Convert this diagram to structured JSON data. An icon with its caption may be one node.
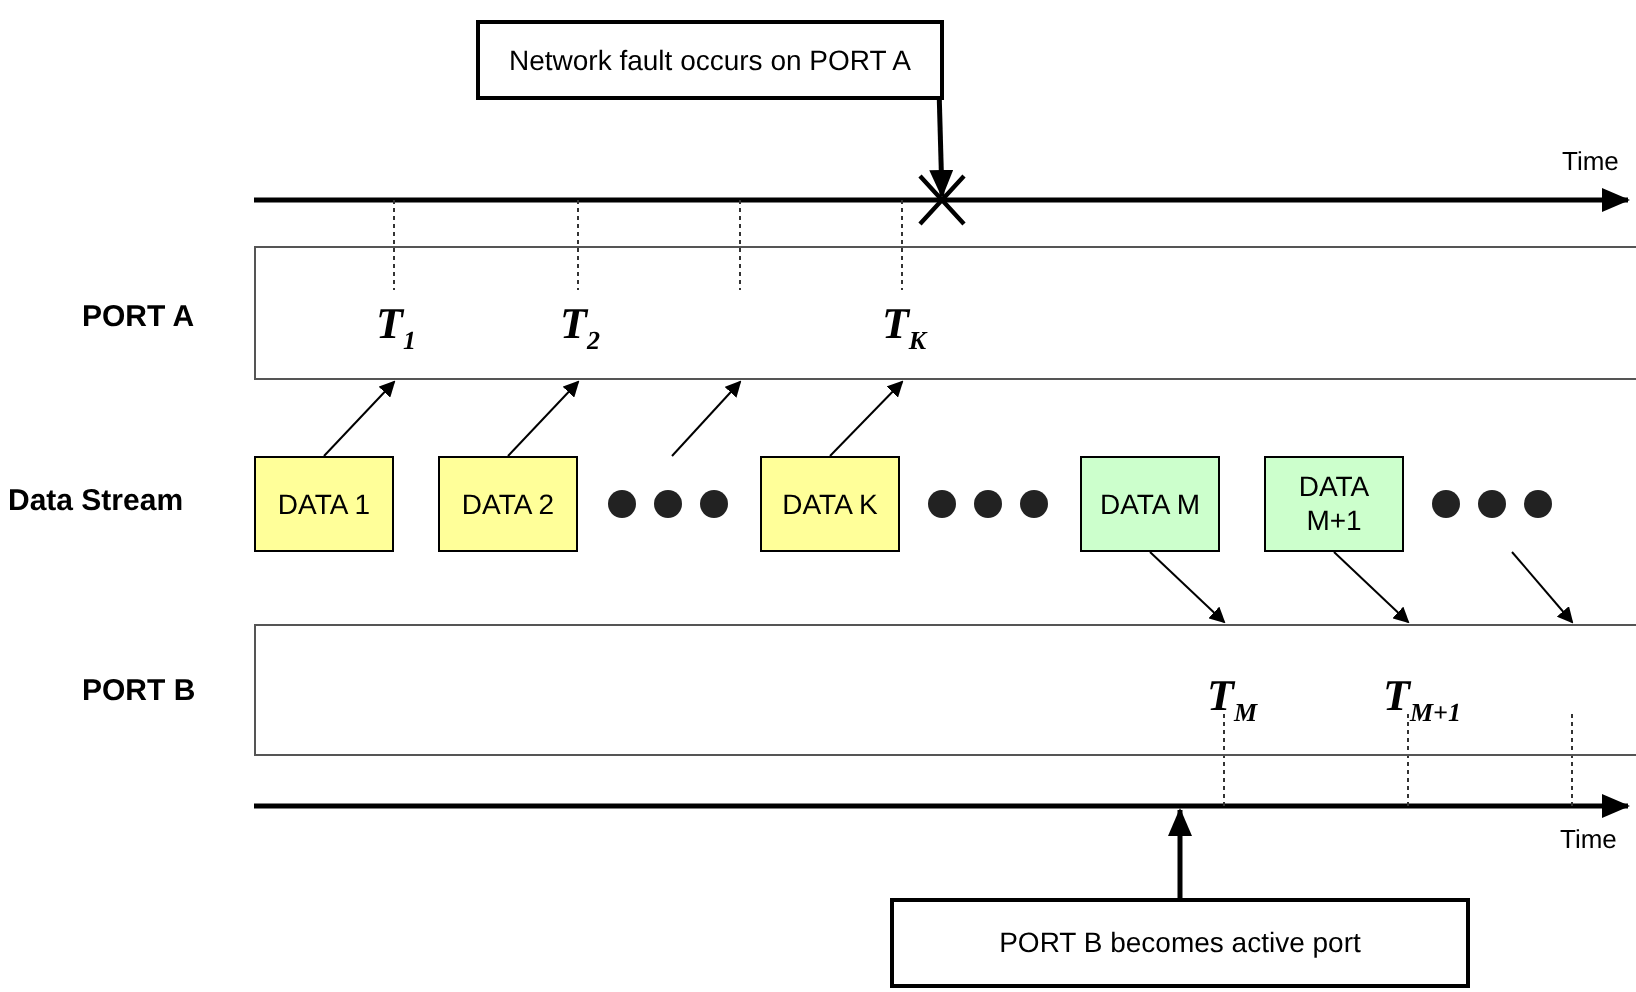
{
  "diagram": {
    "nodes": [
      {
        "text": [
          "Network fault occurs on PORT A"
        ]
      },
      {
        "text": [
          "PORT A"
        ]
      },
      {
        "text": [
          "T$_{1}$"
        ],
        "in": 1
      },
      {
        "text": [
          "T$_{2}$"
        ],
        "in": 1
      },
      {
        "text": [
          "T$_{K}$"
        ],
        "in": 1
      },
      {
        "text": [
          "DATA 1"
        ]
      },
      {
        "text": [
          "DATA 2"
        ]
      },
      {
        "text": [
          "DATA K"
        ]
      },
      {
        "text": [
          "DATA M"
        ]
      },
      {
        "text": [
          "DATA M+1"
        ]
      },
      {
        "text": [
          "PORT B"
        ]
      },
      {
        "text": [
          "T$_{M}$"
        ],
        "in": 10
      },
      {
        "text": [
          "T$_{M+1}$"
        ],
        "in": 10
      },
      {
        "text": [
          "PORT B becomes active port"
        ]
      }
    ],
    "edges": [
      {
        "from": 0,
        "to": 1,
        "arrow": "to",
        "style": "thick"
      },
      {
        "from": 5,
        "to": 1,
        "arrow": "to"
      },
      {
        "from": 6,
        "to": 1,
        "arrow": "to"
      },
      {
        "from": null,
        "to": 1,
        "arrow": "to"
      },
      {
        "from": 7,
        "to": 1,
        "arrow": "to"
      },
      {
        "from": 8,
        "to": 10,
        "arrow": "to"
      },
      {
        "from": 9,
        "to": 10,
        "arrow": "to"
      },
      {
        "from": null,
        "to": 10,
        "arrow": "to"
      },
      {
        "from": 13,
        "to": 10,
        "arrow": "to",
        "style": "thick"
      }
    ],
    "labels": [
      "Time",
      "Data Stream",
      "Time"
    ]
  }
}
